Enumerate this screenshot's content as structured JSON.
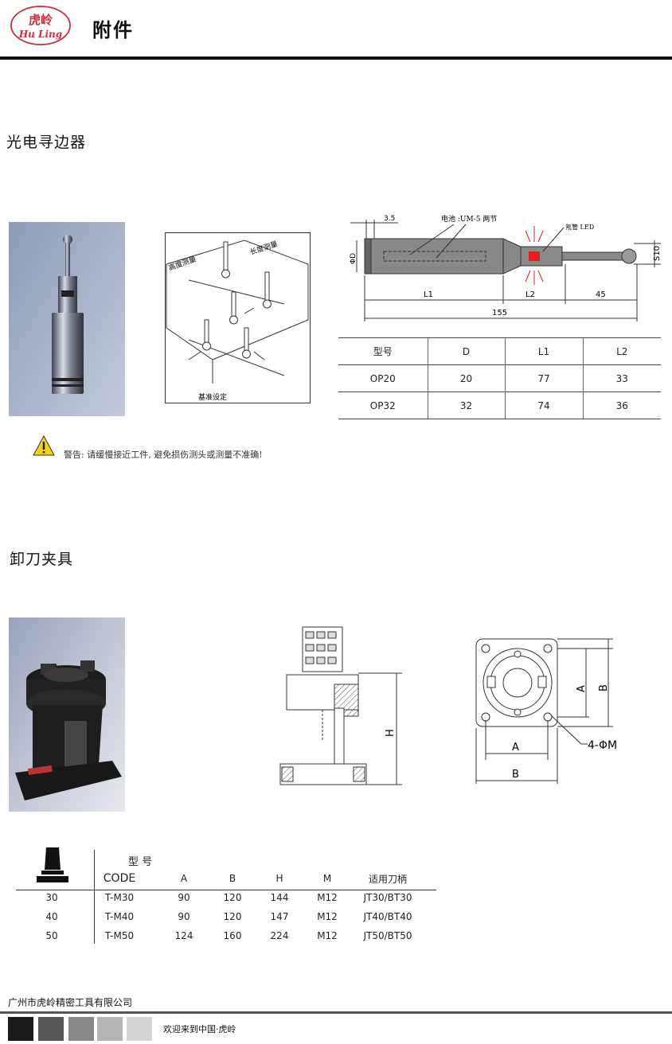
{
  "header": {
    "logo_text_top": "虎岭",
    "logo_text_bottom": "Hu Ling",
    "title": "附件"
  },
  "edge_finder": {
    "title": "光电寻边器",
    "diagram_labels": {
      "height_measure": "高度测量",
      "length_measure": "长度测量",
      "datum_setting": "基准设定"
    },
    "dimension_labels": {
      "battery": "电池 :UM-5 两节",
      "led": "氖管 LED",
      "offset": "3.5",
      "diameter": "ΦD",
      "L1": "L1",
      "L2": "L2",
      "tip": "45",
      "total": "155",
      "ball": "S10"
    },
    "table": {
      "headers": [
        "型号",
        "D",
        "L1",
        "L2"
      ],
      "rows": [
        [
          "OP20",
          "20",
          "77",
          "33"
        ],
        [
          "OP32",
          "32",
          "74",
          "36"
        ]
      ]
    },
    "warning": "警告: 请缓慢接近工件, 避免损伤测头或测量不准确!"
  },
  "tool_holder": {
    "title": "卸刀夹具",
    "drawing_labels": {
      "H": "H",
      "A": "A",
      "B": "B",
      "holes": "4-ΦM"
    },
    "table": {
      "header_top": "型 号",
      "headers": [
        "CODE",
        "A",
        "B",
        "H",
        "M",
        "适用刀柄"
      ],
      "rows": [
        [
          "30",
          "T-M30",
          "90",
          "120",
          "144",
          "M12",
          "JT30/BT30"
        ],
        [
          "40",
          "T-M40",
          "90",
          "120",
          "147",
          "M12",
          "JT40/BT40"
        ],
        [
          "50",
          "T-M50",
          "124",
          "160",
          "224",
          "M12",
          "JT50/BT50"
        ]
      ]
    }
  },
  "footer": {
    "company": "广州市虎岭精密工具有限公司",
    "welcome": "欢迎来到中国·虎岭",
    "swatches": [
      "#1a1a1a",
      "#555555",
      "#888888",
      "#b5b5b5",
      "#d5d5d5"
    ]
  },
  "colors": {
    "logo_red": "#c8323a",
    "led_red": "#e02020",
    "photo_bg": "#a9b4cc"
  }
}
